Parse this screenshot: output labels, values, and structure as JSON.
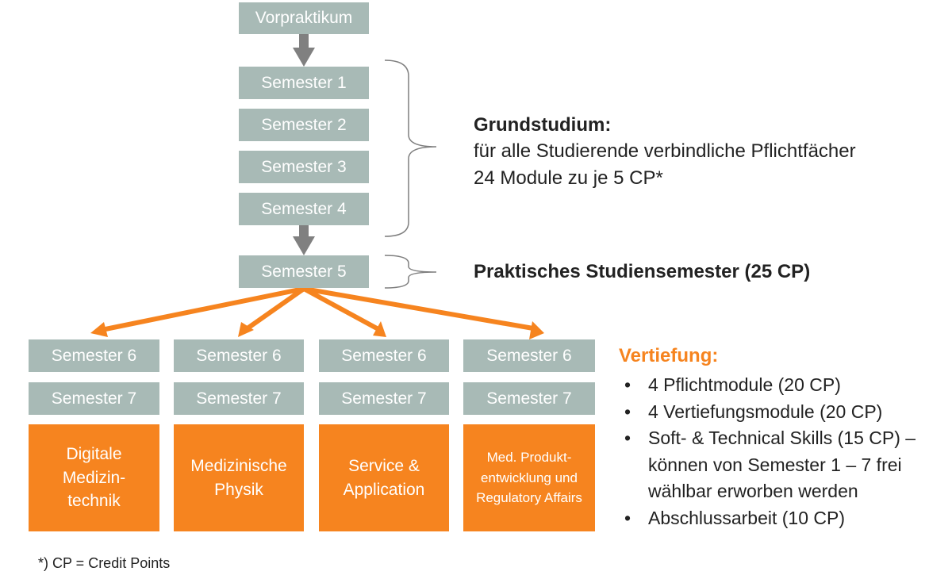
{
  "colors": {
    "grey_box": "#a8bab6",
    "orange": "#f6841f",
    "arrow_grey": "#808080",
    "bracket": "#7f7f7f"
  },
  "boxes": {
    "vorpraktikum": "Vorpraktikum",
    "semester1": "Semester 1",
    "semester2": "Semester 2",
    "semester3": "Semester 3",
    "semester4": "Semester 4",
    "semester5": "Semester 5",
    "columns": [
      {
        "sem6": "Semester 6",
        "sem7": "Semester 7",
        "focus": "Digitale Medizin-technik"
      },
      {
        "sem6": "Semester 6",
        "sem7": "Semester 7",
        "focus": "Medizinische Physik"
      },
      {
        "sem6": "Semester 6",
        "sem7": "Semester 7",
        "focus": "Service & Application"
      },
      {
        "sem6": "Semester 6",
        "sem7": "Semester 7",
        "focus": "Med. Produkt-entwicklung und Regulatory Affairs"
      }
    ]
  },
  "grundstudium": {
    "title": "Grundstudium:",
    "line1": "für alle Studierende verbindliche Pflichtfächer",
    "line2": "24 Module zu je 5 CP*"
  },
  "praktisch": {
    "title": "Praktisches Studiensemester (25 CP)"
  },
  "vertiefung": {
    "title": "Vertiefung:",
    "items": [
      "4 Pflichtmodule (20 CP)",
      "4 Vertiefungsmodule (20 CP)",
      "Soft- & Technical Skills (15 CP) –",
      "Abschlussarbeit (10 CP)"
    ],
    "item3_cont1": "können von Semester 1 – 7 frei",
    "item3_cont2": "wählbar erworben werden"
  },
  "footnote": "*) CP = Credit Points"
}
